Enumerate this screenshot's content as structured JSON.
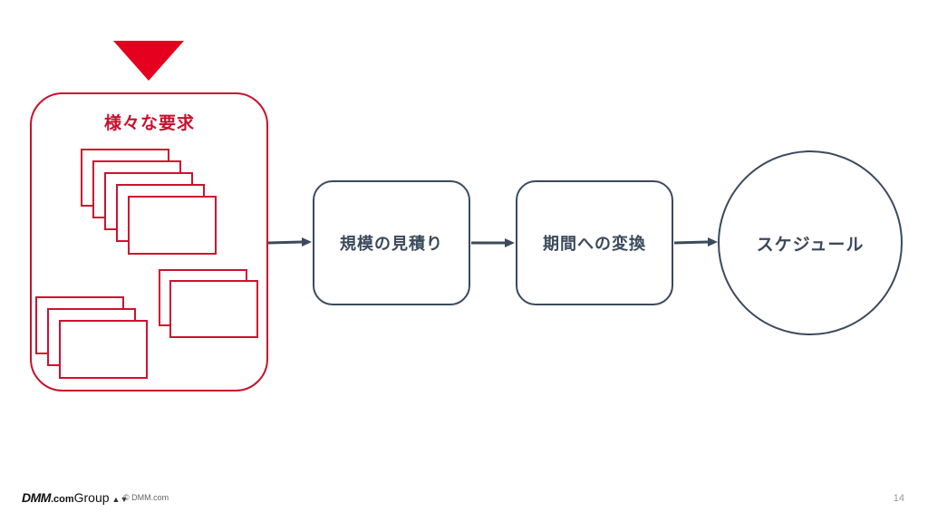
{
  "diagram": {
    "requests_title": "様々な要求",
    "steps": {
      "estimate": "規模の見積り",
      "convert": "期間への変換"
    },
    "result": "スケジュール"
  },
  "footer": {
    "logo_dmm": "DMM",
    "logo_com": ".com",
    "logo_group": "Group",
    "logo_mark": "▲▼",
    "copyright": "© DMM.com",
    "page_number": "14"
  },
  "colors": {
    "accent_red": "#e4001e",
    "box_red": "#c8102e",
    "slate": "#3b4a5c"
  }
}
